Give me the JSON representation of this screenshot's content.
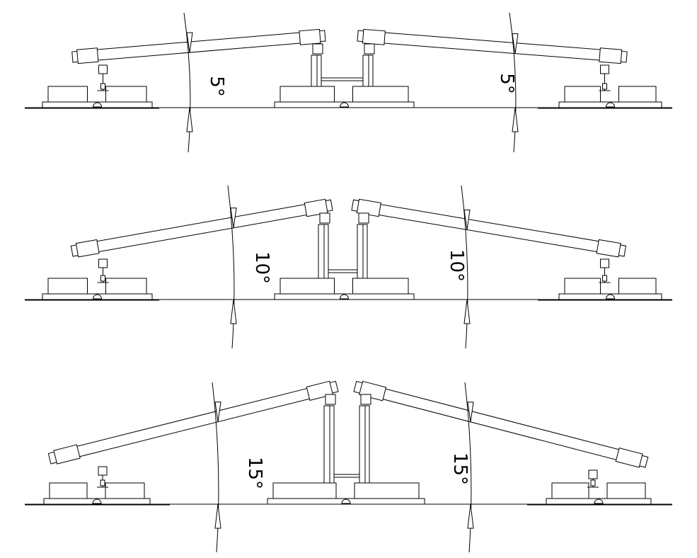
{
  "drawing": {
    "rows": [
      {
        "angle_deg": 5,
        "left_label": "5°",
        "right_label": "5°"
      },
      {
        "angle_deg": 10,
        "left_label": "10°",
        "right_label": "10°"
      },
      {
        "angle_deg": 15,
        "left_label": "15°",
        "right_label": "15°"
      }
    ]
  }
}
